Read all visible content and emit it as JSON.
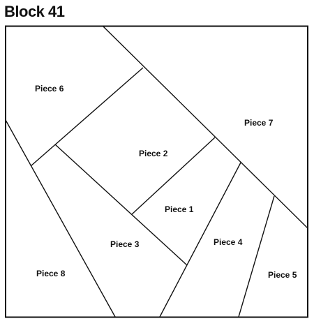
{
  "title": "Block 41",
  "pieces": [
    {
      "id": "piece-6",
      "label": "Piece 6"
    },
    {
      "id": "piece-7",
      "label": "Piece 7"
    },
    {
      "id": "piece-2",
      "label": "Piece 2"
    },
    {
      "id": "piece-1",
      "label": "Piece 1"
    },
    {
      "id": "piece-3",
      "label": "Piece 3"
    },
    {
      "id": "piece-4",
      "label": "Piece 4"
    },
    {
      "id": "piece-8",
      "label": "Piece 8"
    },
    {
      "id": "piece-5",
      "label": "Piece 5"
    }
  ],
  "colors": {
    "line": "#111111",
    "background": "#ffffff"
  }
}
